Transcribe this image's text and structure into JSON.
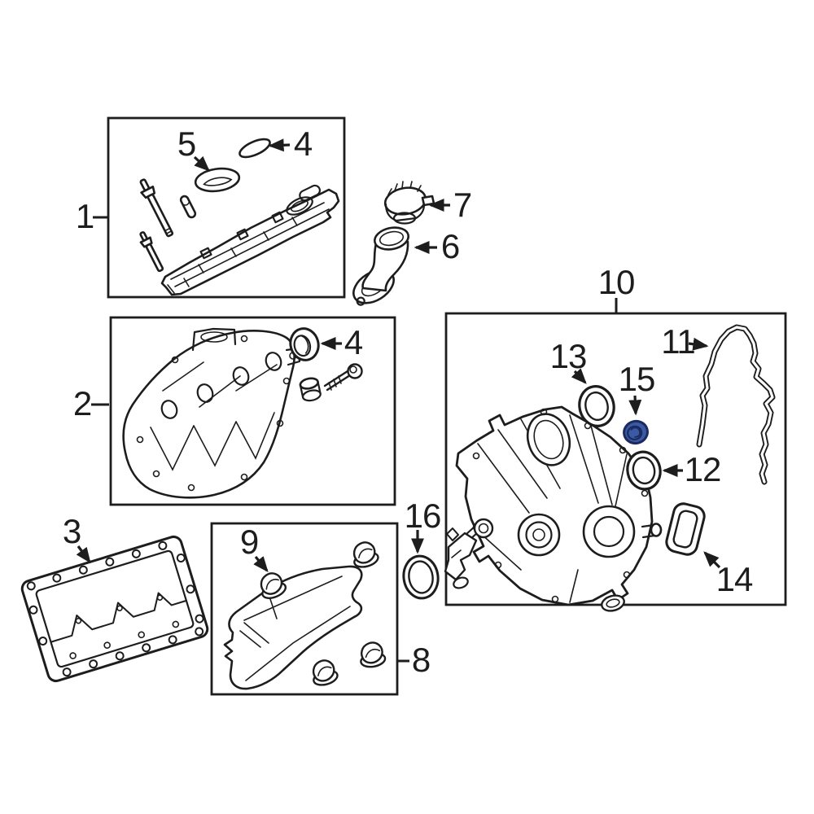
{
  "figure": {
    "kind": "exploded engine parts diagram",
    "background_color": "#ffffff",
    "line_color": "#1d1d1d",
    "highlighted_part": "15",
    "highlight_fill": "#3a5aa5",
    "highlight_stroke": "#1c2a5e"
  },
  "labels": {
    "part1": "1",
    "part2": "2",
    "part3": "3",
    "part4_top": "4",
    "part4_mid": "4",
    "part5": "5",
    "part6": "6",
    "part7": "7",
    "part8": "8",
    "part9": "9",
    "part10": "10",
    "part11": "11",
    "part12": "12",
    "part13": "13",
    "part14": "14",
    "part15": "15",
    "part16": "16"
  }
}
